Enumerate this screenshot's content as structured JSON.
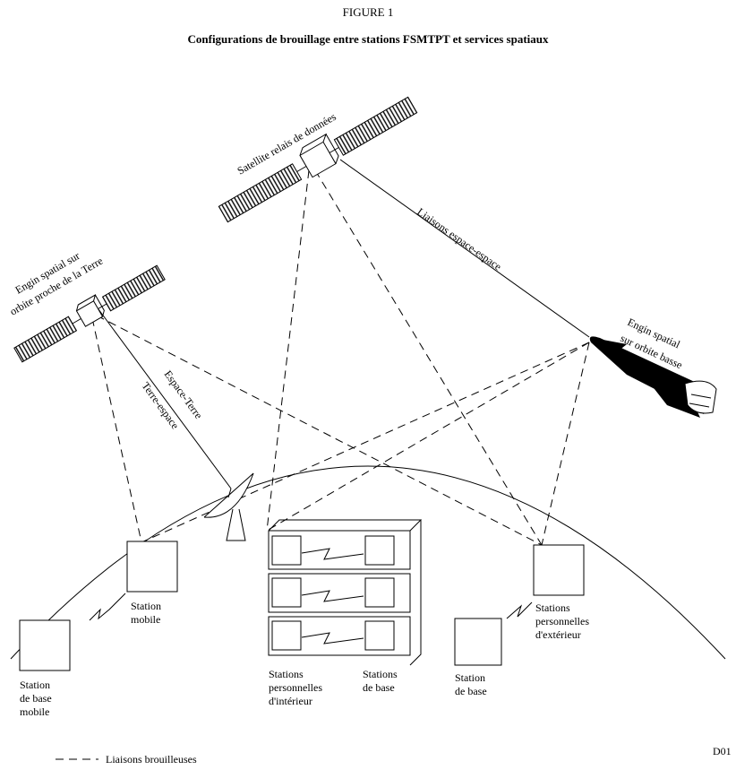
{
  "figure": {
    "number": "FIGURE 1",
    "title": "Configurations de brouillage entre stations FSMTPT et services spatiaux",
    "code": "D01"
  },
  "spacecraft": {
    "relay_satellite": "Satellite relais de données",
    "near_earth_line1": "Engin spatial sur",
    "near_earth_line2": "orbite proche de la Terre",
    "low_orbit_line1": "Engin spatial",
    "low_orbit_line2": "sur orbite basse"
  },
  "links": {
    "space_space": "Liaisons espace-espace",
    "space_earth": "Espace-Terre",
    "earth_space": "Terre-espace"
  },
  "stations": {
    "mobile_line1": "Station",
    "mobile_line2": "mobile",
    "base_mobile_line1": "Station",
    "base_mobile_line2": "de base",
    "base_mobile_line3": "mobile",
    "indoor_line1": "Stations",
    "indoor_line2": "personnelles",
    "indoor_line3": "d'intérieur",
    "base_line1": "Stations",
    "base_line2": "de base",
    "outdoor_line1": "Stations",
    "outdoor_line2": "personnelles",
    "outdoor_line3": "d'extérieur",
    "single_base_line1": "Station",
    "single_base_line2": "de base"
  },
  "legend": {
    "interfering_links": "Liaisons brouilleuses"
  }
}
